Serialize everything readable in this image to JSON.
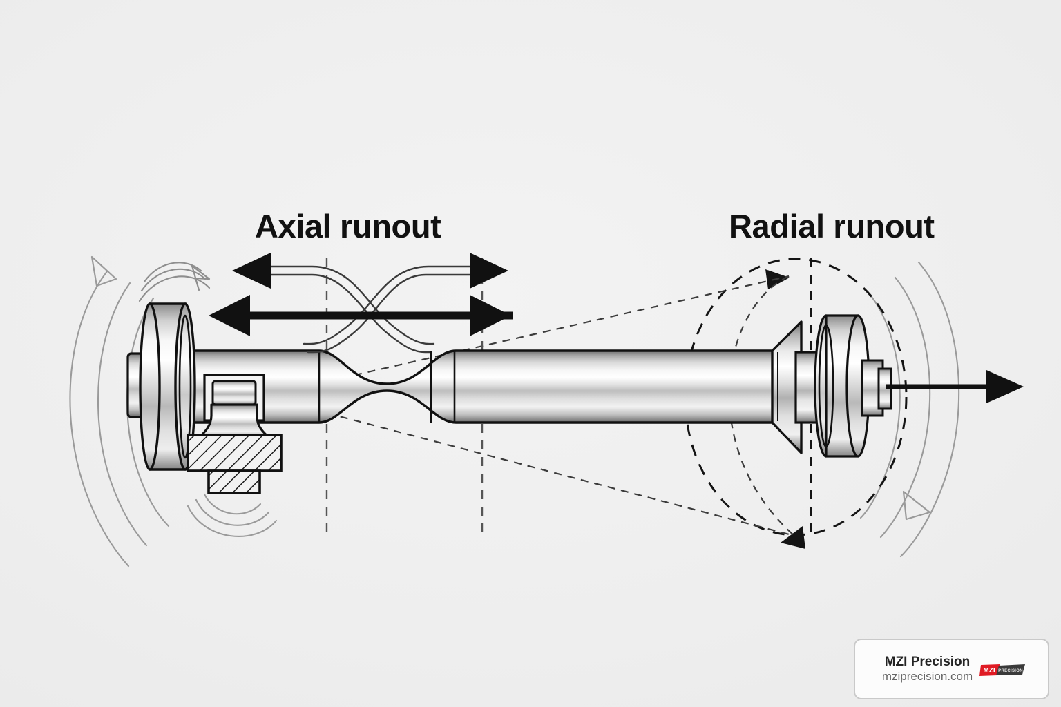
{
  "page": {
    "background_color": "#efefef",
    "title_color": "#111111"
  },
  "labels": {
    "axial": "Axial runout",
    "radial": "Radial runout"
  },
  "branding": {
    "company": "MZI Precision",
    "website": "mziprecision.com",
    "logo_mark_left": "MZI",
    "logo_mark_right": "PRECISION",
    "logo_red": "#e01b24",
    "logo_dark": "#3a3a3a",
    "card_border": "#c9c9c9",
    "card_background": "#fcfcfc"
  },
  "diagram": {
    "subject": "rotating shaft / spindle assembly with flanges",
    "axial_arrows": {
      "solid_double_arrow": "bidirectional axial displacement",
      "outlined_crossing_arrow": "crossing axial motion path"
    },
    "radial_indicators": {
      "dashed_circle": "radial runout orbit",
      "dashed_cone": "runout projection cone from pivot",
      "axis_arrow": "rotation axis"
    },
    "motion_arcs": "vibration / rotation arc indicators",
    "support_block": "hatched fixed support",
    "reference_lines": "vertical dashed datum lines"
  }
}
